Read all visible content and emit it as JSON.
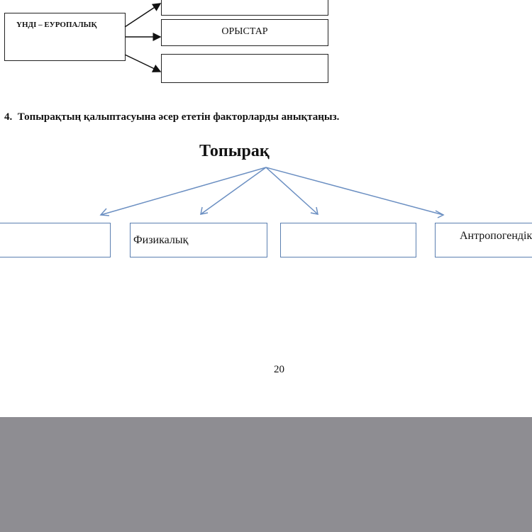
{
  "top_diagram": {
    "root_label": "ҮНДІ – ЕУРОПАЛЫҚ",
    "children": [
      "",
      "ОРЫСТАР",
      ""
    ]
  },
  "question": {
    "number": "4",
    "text": "Топырақтың қалыптасуына әсер ететін факторларды анықтаңыз."
  },
  "soil_diagram": {
    "root_label": "Топырақ",
    "children": [
      "",
      "Физикалық",
      "",
      "Антропогендік"
    ]
  },
  "page_number": "20",
  "colors": {
    "arrow_blue": "#6b8fc2",
    "gray_band": "#8e8d92"
  }
}
